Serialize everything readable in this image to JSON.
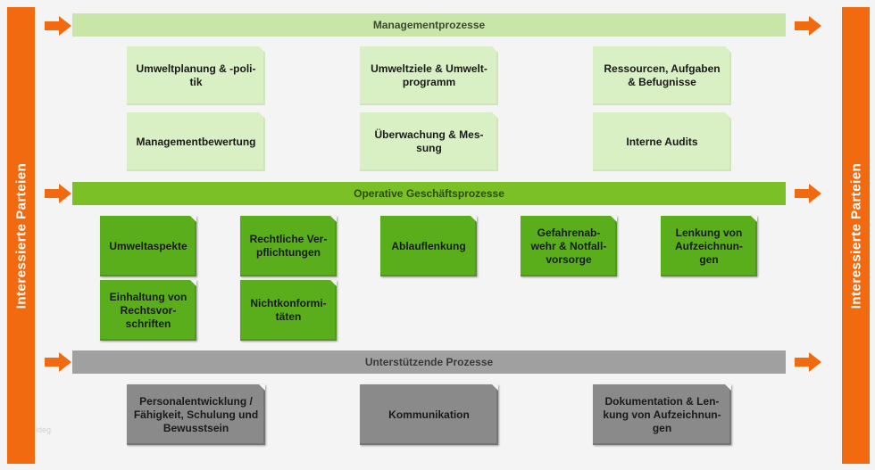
{
  "side_label": "Interessierte Parteien",
  "bands": {
    "management": "Managementprozesse",
    "operative": "Operative Geschäftsprozesse",
    "support": "Unterstützende Prozesse"
  },
  "management_boxes": [
    "Umweltplanung & -poli-\ntik",
    "Umweltziele & Umwelt-\nprogramm",
    "Ressourcen, Aufgaben\n& Befugnisse",
    "Managementbewertung",
    "Überwachung & Mes-\nsung",
    "Interne Audits"
  ],
  "operative_boxes": [
    "Umweltaspekte",
    "Rechtliche Ver-\npflichtungen",
    "Ablauflenkung",
    "Gefahrenab-\nwehr & Notfall-\nvorsorge",
    "Lenkung von\nAufzeichnun-\ngen",
    "Einhaltung von\nRechtsvor-\nschriften",
    "Nichtkonformi-\ntäten"
  ],
  "support_boxes": [
    "Personalentwicklung /\nFähigkeit, Schulung und\nBewusstsein",
    "Kommunikation",
    "Dokumentation & Len-\nkung von Aufzeichnun-\ngen"
  ],
  "watermark": "ideg"
}
